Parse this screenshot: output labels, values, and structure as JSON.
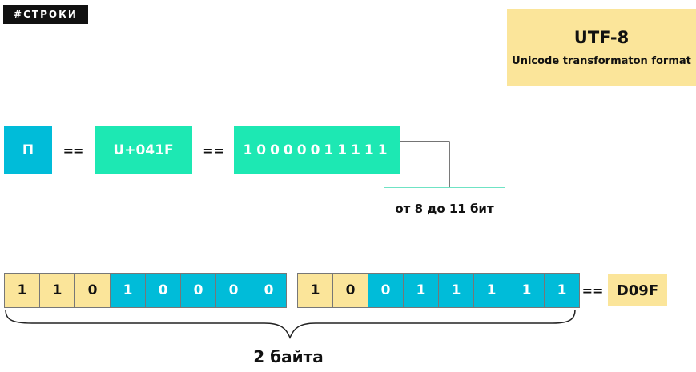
{
  "tag": "#СТРОКИ",
  "header": {
    "title": "UTF-8",
    "subtitle": "Unicode transformaton format"
  },
  "row1": {
    "char": "П",
    "eq1": "==",
    "codepoint": "U+041F",
    "eq2": "==",
    "binary": "10000011111"
  },
  "note": "от 8 до 11 бит",
  "byte1": [
    "1",
    "1",
    "0",
    "1",
    "0",
    "0",
    "0",
    "0"
  ],
  "byte2": [
    "1",
    "0",
    "0",
    "1",
    "1",
    "1",
    "1",
    "1"
  ],
  "eq_hex": "==",
  "hex": "D09F",
  "bytes_label": "2 байта",
  "colors": {
    "cyan": "#00bcd9",
    "teal": "#1de8b3",
    "yellow": "#fbe59a"
  }
}
